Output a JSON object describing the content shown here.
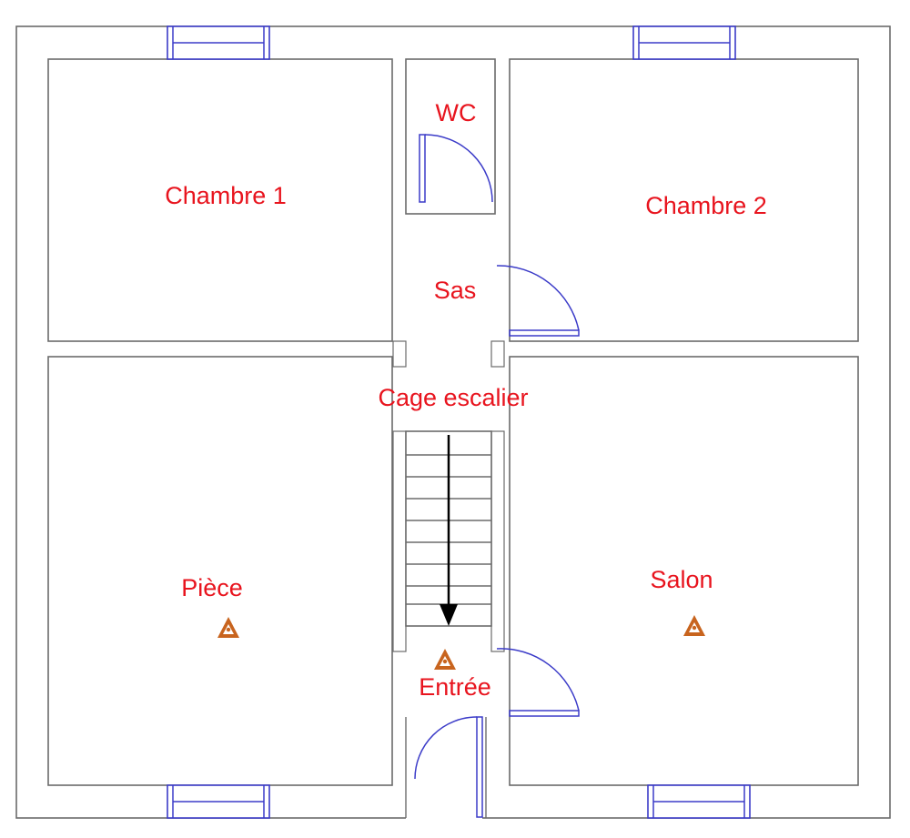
{
  "rooms": {
    "wc": "WC",
    "chambre1": "Chambre 1",
    "chambre2": "Chambre 2",
    "sas": "Sas",
    "cage": "Cage escalier",
    "piece": "Pièce",
    "salon": "Salon",
    "entree": "Entrée"
  },
  "markers": [
    "warning-triangle-icon",
    "warning-triangle-icon",
    "warning-triangle-icon"
  ],
  "colors": {
    "label": "#e8141e",
    "wall": "#6b6b6b",
    "door": "#3b3bc8",
    "marker": "#c8641e",
    "stair_arrow": "#000000"
  }
}
